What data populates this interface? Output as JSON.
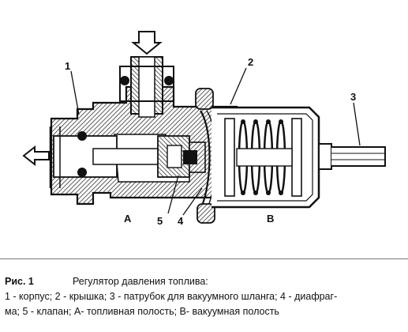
{
  "figure": {
    "callouts": {
      "c1": "1",
      "c2": "2",
      "c3": "3",
      "c4": "4",
      "c5": "5",
      "cA": "A",
      "cB": "B"
    }
  },
  "caption": {
    "fig_no": "Рис. 1",
    "title": "Регулятор давления топлива:",
    "line1": "1 - корпус; 2 - крышка; 3 - патрубок для вакуумного шланга; 4 - диафраг-",
    "line2": "ма; 5 - клапан; А- топливная полость; В- вакуумная полость"
  },
  "colors": {
    "ink": "#111111",
    "hatch": "#444444",
    "paper": "#ffffff"
  }
}
